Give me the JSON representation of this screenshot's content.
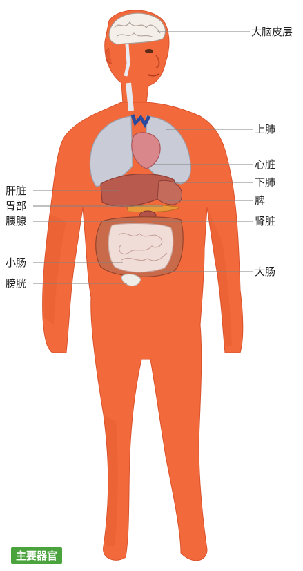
{
  "colors": {
    "skin": "#f26a3c",
    "skin_shadow": "#e2552a",
    "lung": "#c9cbd6",
    "heart": "#d9878a",
    "liver": "#b85a4e",
    "intestine": "#f1ddd8",
    "large_intestine": "#c96a4a",
    "brain": "#f4efe9",
    "badge": "#4aa33c"
  },
  "labels": {
    "cortex": "大脑皮层",
    "upper_lung": "上肺",
    "heart": "心脏",
    "liver": "肝脏",
    "lower_lung": "下肺",
    "stomach": "胃部",
    "spleen": "脾",
    "pancreas": "胰腺",
    "kidney": "肾脏",
    "small_intestine": "小肠",
    "large_intestine": "大肠",
    "bladder": "膀胱"
  },
  "caption": "主要器官"
}
